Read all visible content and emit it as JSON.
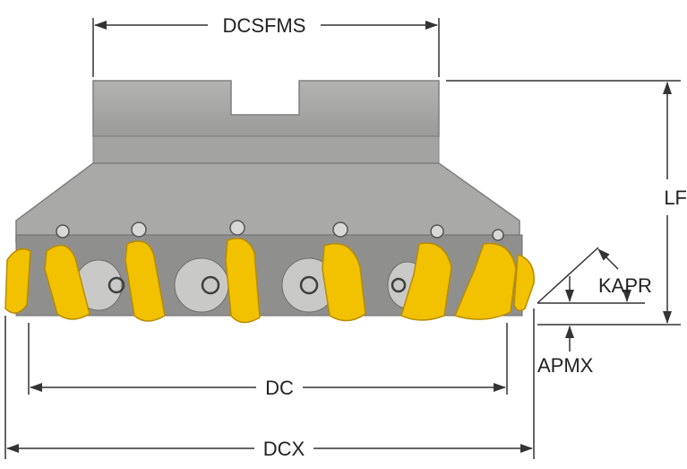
{
  "diagram": {
    "labels": {
      "dcsfms": "DCSFMS",
      "lf": "LF",
      "kapr": "KAPR",
      "apmx": "APMX",
      "dc": "DC",
      "dcx": "DCX"
    },
    "colors": {
      "body": "#a7a8a6",
      "body_dark": "#7f807d",
      "body_light": "#c4c5c3",
      "insert": "#f2c100",
      "insert_shadow": "#c99a00",
      "dimension_line": "#333333"
    }
  }
}
